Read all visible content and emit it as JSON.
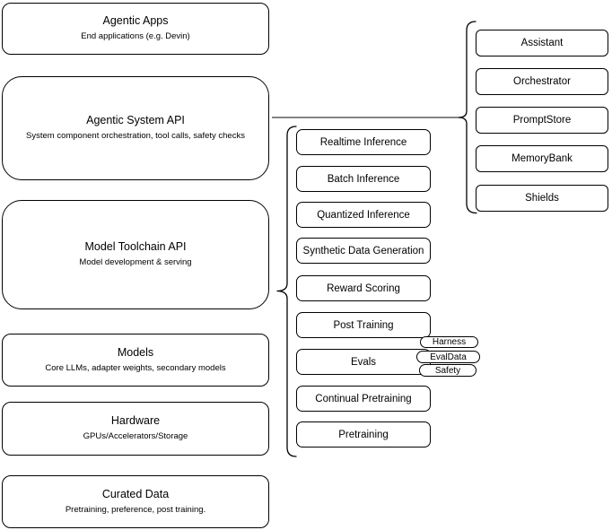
{
  "left_stack": [
    {
      "title": "Agentic Apps",
      "subtitle": "End applications (e.g. Devin)"
    },
    {
      "title": "Agentic System API",
      "subtitle": "System component orchestration, tool calls, safety checks"
    },
    {
      "title": "Model Toolchain API",
      "subtitle": "Model development & serving"
    },
    {
      "title": "Models",
      "subtitle": "Core LLMs, adapter weights, secondary models"
    },
    {
      "title": "Hardware",
      "subtitle": "GPUs/Accelerators/Storage"
    },
    {
      "title": "Curated Data",
      "subtitle": "Pretraining, preference, post training."
    }
  ],
  "toolchain_items": [
    "Realtime Inference",
    "Batch Inference",
    "Quantized Inference",
    "Synthetic Data Generation",
    "Reward Scoring",
    "Post Training",
    "Evals",
    "Continual Pretraining",
    "Pretraining"
  ],
  "eval_tags": [
    "Harness",
    "EvalData",
    "Safety"
  ],
  "system_components": [
    "Assistant",
    "Orchestrator",
    "PromptStore",
    "MemoryBank",
    "Shields"
  ],
  "colors": {
    "stroke": "#000000",
    "fill": "#ffffff",
    "background": "#ffffff"
  }
}
